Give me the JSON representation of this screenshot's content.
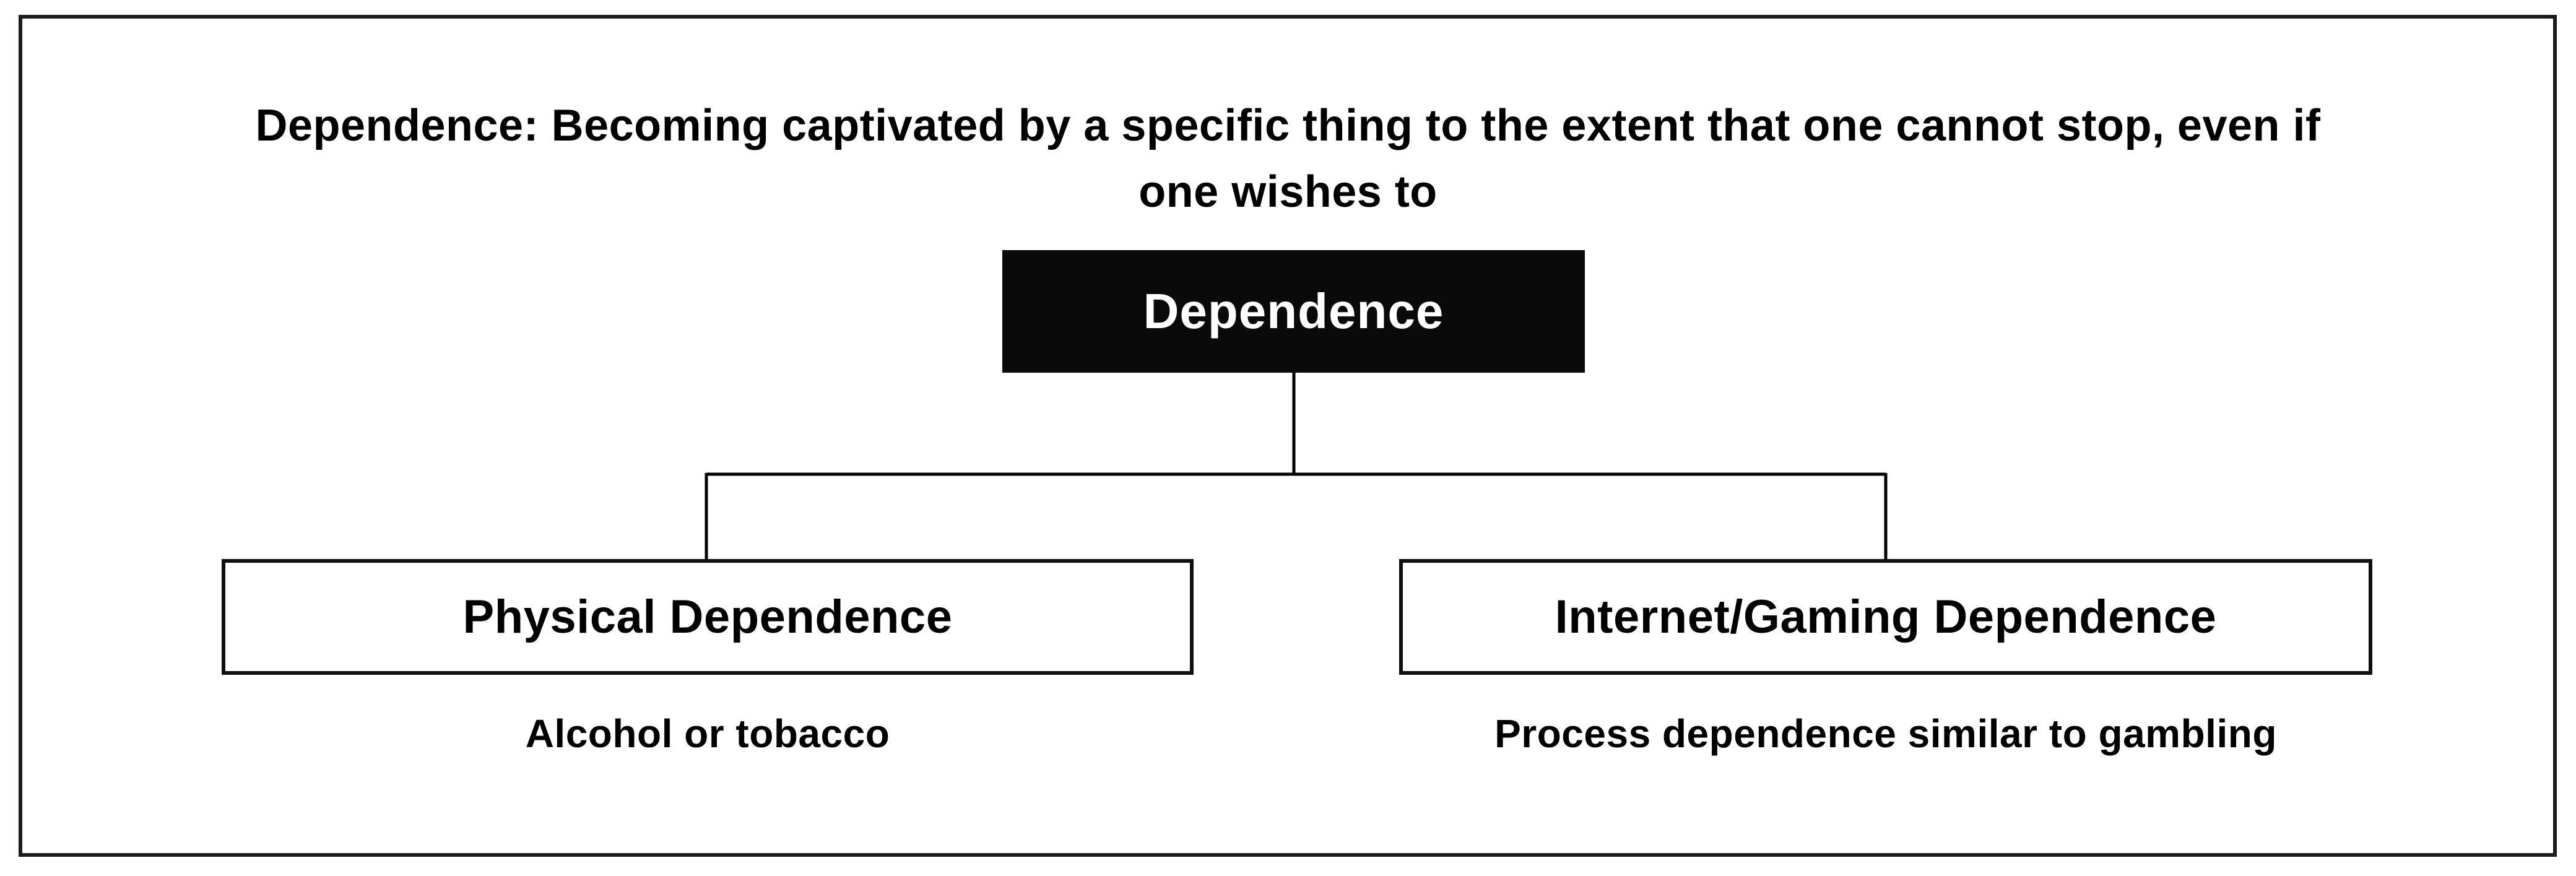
{
  "title": {
    "line1": "Dependence: Becoming captivated by a specific thing to the extent that one cannot stop, even if",
    "line2": "one wishes to",
    "full_text": "Dependence: Becoming captivated by a specific thing to the extent that one cannot stop, even if one wishes to"
  },
  "diagram": {
    "root": {
      "label": "Dependence",
      "background": "#0a0a0a",
      "text_color": "#ffffff"
    },
    "children": [
      {
        "label": "Physical Dependence",
        "note": "Alcohol or tobacco"
      },
      {
        "label": "Internet/Gaming Dependence",
        "note": "Process dependence similar to gambling"
      }
    ]
  },
  "colors": {
    "frame_border": "#1c1c1c",
    "box_border": "#0f0f0f",
    "connector": "#000000",
    "background": "#ffffff",
    "text": "#000000"
  }
}
